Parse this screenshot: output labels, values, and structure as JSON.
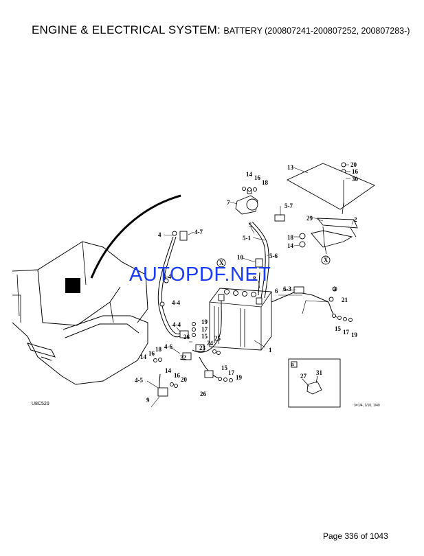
{
  "header": {
    "title_main": "ENGINE & ELECTRICAL SYSTEM:",
    "title_sub": "BATTERY (200807241-200807252, 200807283-)"
  },
  "diagram": {
    "code": "U8C520",
    "revision_note": "3=1/4, 1/10, 1/40",
    "labels": {
      "p1": "1",
      "p2": "2",
      "p4": "4",
      "p4_4a": "4-4",
      "p4_4b": "4-4",
      "p4_4c": "4-4",
      "p4_5": "4-5",
      "p4_6": "4-6",
      "p4_7": "4-7",
      "p5": "5",
      "p5_1": "5-1",
      "p5_6": "5-6",
      "p5_7": "5-7",
      "p6": "6",
      "p6_3": "6-3",
      "p7": "7",
      "p8": "8",
      "p9": "9",
      "p10": "10",
      "p13": "13",
      "p14a": "14",
      "p14b": "14",
      "p14c": "14",
      "p14d": "14",
      "p15a": "15",
      "p15b": "15",
      "p15c": "15",
      "p16a": "16",
      "p16b": "16",
      "p16c": "16",
      "p16d": "16",
      "p17a": "17",
      "p17b": "17",
      "p17c": "17",
      "p18a": "18",
      "p18b": "18",
      "p18c": "18",
      "p19a": "19",
      "p19b": "19",
      "p19c": "19",
      "p20a": "20",
      "p20b": "20",
      "p21": "21",
      "p22": "22",
      "p23": "23",
      "p24": "24",
      "p25": "25",
      "p26a": "26",
      "p26b": "26",
      "p27": "27",
      "p29": "29",
      "p30": "30",
      "p31": "31",
      "x1": "X",
      "x2": "X",
      "a1": "a",
      "a2": "a"
    }
  },
  "watermark": "AUTOPDF.NET",
  "footer": {
    "page": "Page 336 of 1043"
  }
}
